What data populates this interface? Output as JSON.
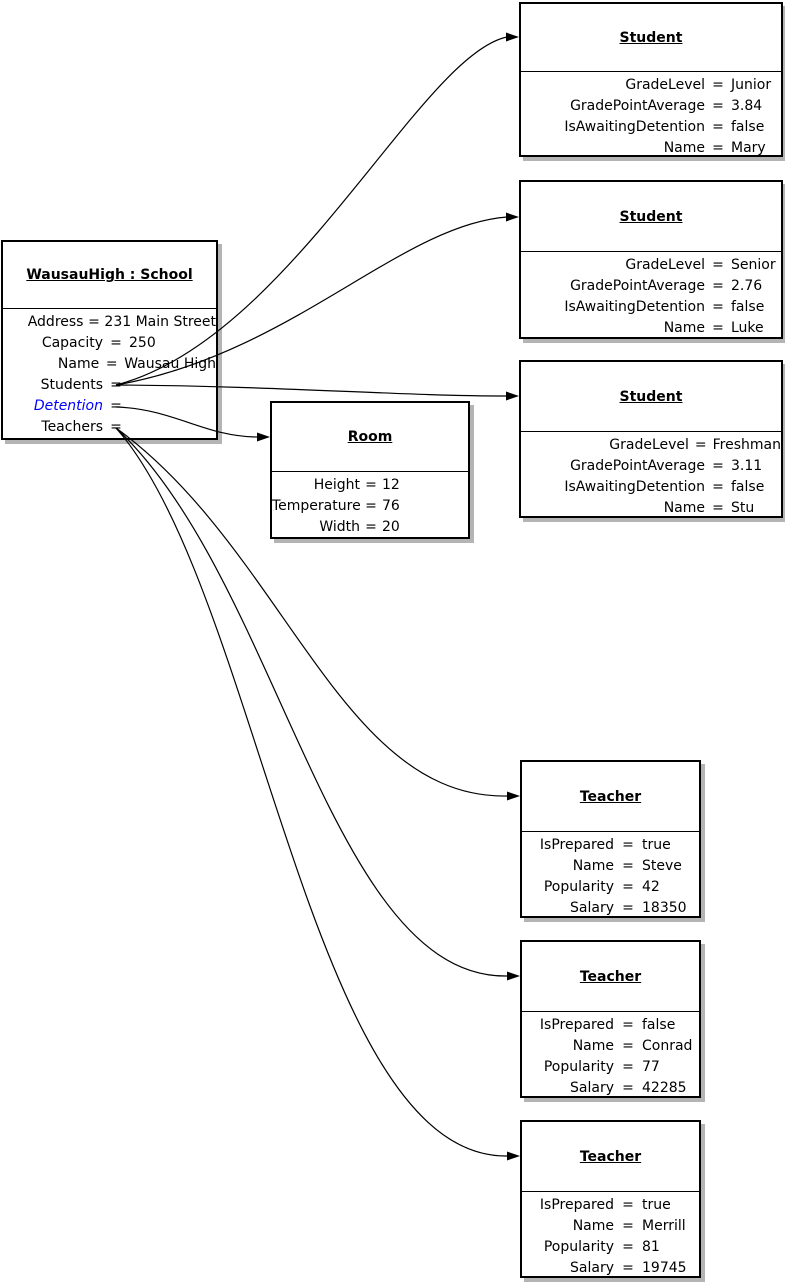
{
  "diagram_title": "Object graph: WausauHigh School",
  "colors": {
    "box_border": "#000000",
    "box_background": "#ffffff",
    "box_shadow": "#b4b4b4",
    "text": "#000000",
    "reference_property_text": "#0000ff",
    "connector": "#000000"
  },
  "boxes": [
    {
      "id": "school",
      "title": "WausauHigh : School",
      "rows": [
        {
          "name": "Address",
          "eq": "=",
          "value": "231 Main Street"
        },
        {
          "name": "Capacity",
          "eq": "=",
          "value": "250"
        },
        {
          "name": "Name",
          "eq": "=",
          "value": "Wausau High"
        },
        {
          "name": "Students",
          "eq": "=",
          "value": ""
        },
        {
          "name": "Detention",
          "eq": "=",
          "value": "",
          "name_style": "reference"
        },
        {
          "name": "Teachers",
          "eq": "=",
          "value": ""
        }
      ]
    },
    {
      "id": "student-1",
      "title": "Student",
      "rows": [
        {
          "name": "GradeLevel",
          "eq": "=",
          "value": "Junior"
        },
        {
          "name": "GradePointAverage",
          "eq": "=",
          "value": "3.84"
        },
        {
          "name": "IsAwaitingDetention",
          "eq": "=",
          "value": "false"
        },
        {
          "name": "Name",
          "eq": "=",
          "value": "Mary"
        }
      ]
    },
    {
      "id": "student-2",
      "title": "Student",
      "rows": [
        {
          "name": "GradeLevel",
          "eq": "=",
          "value": "Senior"
        },
        {
          "name": "GradePointAverage",
          "eq": "=",
          "value": "2.76"
        },
        {
          "name": "IsAwaitingDetention",
          "eq": "=",
          "value": "false"
        },
        {
          "name": "Name",
          "eq": "=",
          "value": "Luke"
        }
      ]
    },
    {
      "id": "student-3",
      "title": "Student",
      "rows": [
        {
          "name": "GradeLevel",
          "eq": "=",
          "value": "Freshman"
        },
        {
          "name": "GradePointAverage",
          "eq": "=",
          "value": "3.11"
        },
        {
          "name": "IsAwaitingDetention",
          "eq": "=",
          "value": "false"
        },
        {
          "name": "Name",
          "eq": "=",
          "value": "Stu"
        }
      ]
    },
    {
      "id": "room",
      "title": "Room",
      "rows": [
        {
          "name": "Height",
          "eq": "=",
          "value": "12"
        },
        {
          "name": "Temperature",
          "eq": "=",
          "value": "76"
        },
        {
          "name": "Width",
          "eq": "=",
          "value": "20"
        }
      ]
    },
    {
      "id": "teacher-1",
      "title": "Teacher",
      "rows": [
        {
          "name": "IsPrepared",
          "eq": "=",
          "value": "true"
        },
        {
          "name": "Name",
          "eq": "=",
          "value": "Steve"
        },
        {
          "name": "Popularity",
          "eq": "=",
          "value": "42"
        },
        {
          "name": "Salary",
          "eq": "=",
          "value": "18350"
        }
      ]
    },
    {
      "id": "teacher-2",
      "title": "Teacher",
      "rows": [
        {
          "name": "IsPrepared",
          "eq": "=",
          "value": "false"
        },
        {
          "name": "Name",
          "eq": "=",
          "value": "Conrad"
        },
        {
          "name": "Popularity",
          "eq": "=",
          "value": "77"
        },
        {
          "name": "Salary",
          "eq": "=",
          "value": "42285"
        }
      ]
    },
    {
      "id": "teacher-3",
      "title": "Teacher",
      "rows": [
        {
          "name": "IsPrepared",
          "eq": "=",
          "value": "true"
        },
        {
          "name": "Name",
          "eq": "=",
          "value": "Merrill"
        },
        {
          "name": "Popularity",
          "eq": "=",
          "value": "81"
        },
        {
          "name": "Salary",
          "eq": "=",
          "value": "19745"
        }
      ]
    }
  ],
  "connections": [
    {
      "from": "school.Students",
      "to": "student-1"
    },
    {
      "from": "school.Students",
      "to": "student-2"
    },
    {
      "from": "school.Students",
      "to": "student-3"
    },
    {
      "from": "school.Detention",
      "to": "room"
    },
    {
      "from": "school.Teachers",
      "to": "teacher-1"
    },
    {
      "from": "school.Teachers",
      "to": "teacher-2"
    },
    {
      "from": "school.Teachers",
      "to": "teacher-3"
    }
  ]
}
